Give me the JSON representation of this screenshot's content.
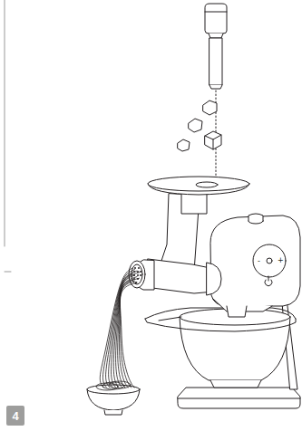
{
  "diagram": {
    "nodes": [
      {
        "text": [
          "4"
        ]
      }
    ],
    "labels": [
      "-",
      "+"
    ]
  }
}
